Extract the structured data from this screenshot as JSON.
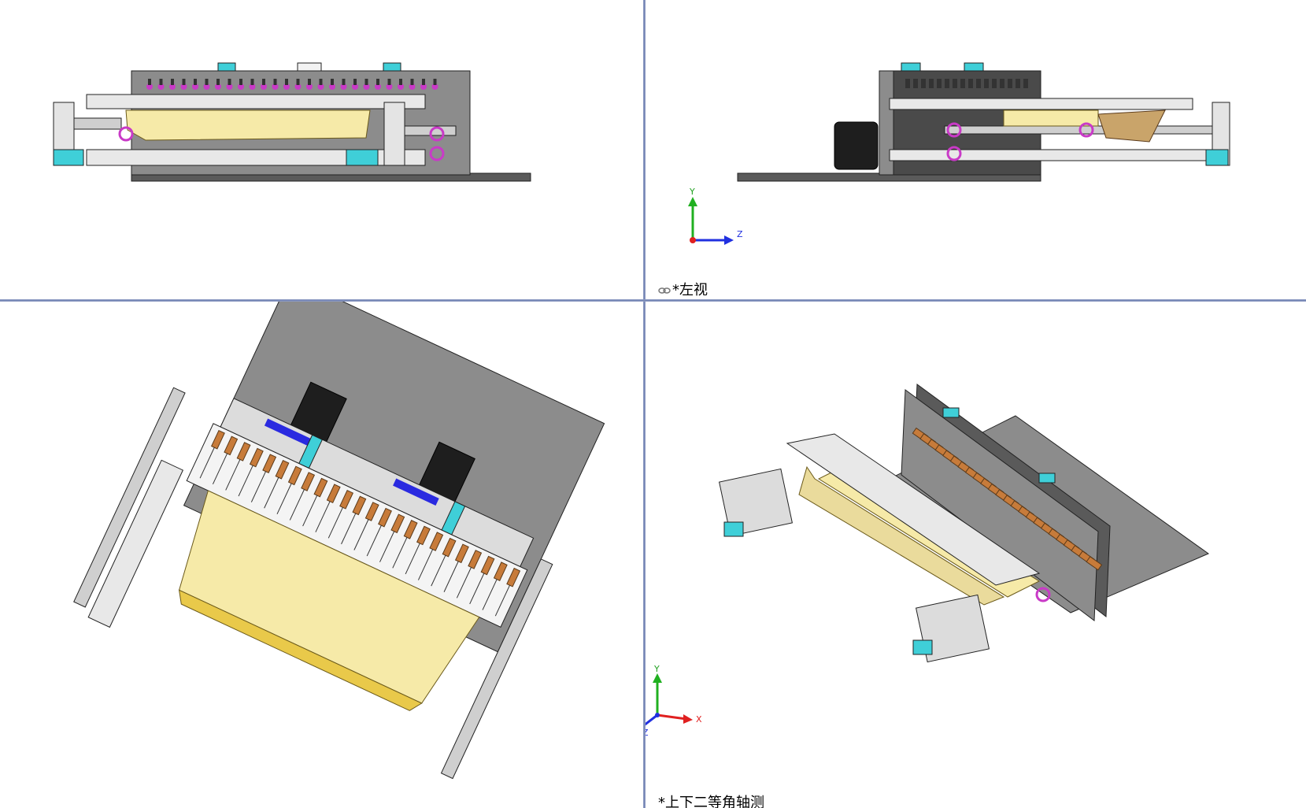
{
  "viewports": {
    "top_left": {
      "label": ""
    },
    "top_right": {
      "label": "*左视",
      "triad": {
        "axis_up": "Y",
        "axis_right": "Z"
      }
    },
    "bottom_left": {
      "label": ""
    },
    "bottom_right": {
      "label": "*上下二等角轴测",
      "triad": {
        "axis_up": "Y",
        "axis_right": "X",
        "axis_diag": "Z"
      }
    }
  },
  "colors": {
    "plate": "#8c8c8c",
    "plate_dark": "#4a4a4a",
    "frame": "#d9d9d9",
    "tray": "#f6eaa8",
    "tray_edge": "#d9b84a",
    "block": "#3fcfd8",
    "magenta": "#c93ac7",
    "copper": "#c77b3a",
    "motor": "#1e1e1e",
    "blue_part": "#2a2ae0",
    "divider": "#6e7fb3",
    "axis_x": "#e02020",
    "axis_y": "#20b020",
    "axis_z": "#2030e0"
  }
}
